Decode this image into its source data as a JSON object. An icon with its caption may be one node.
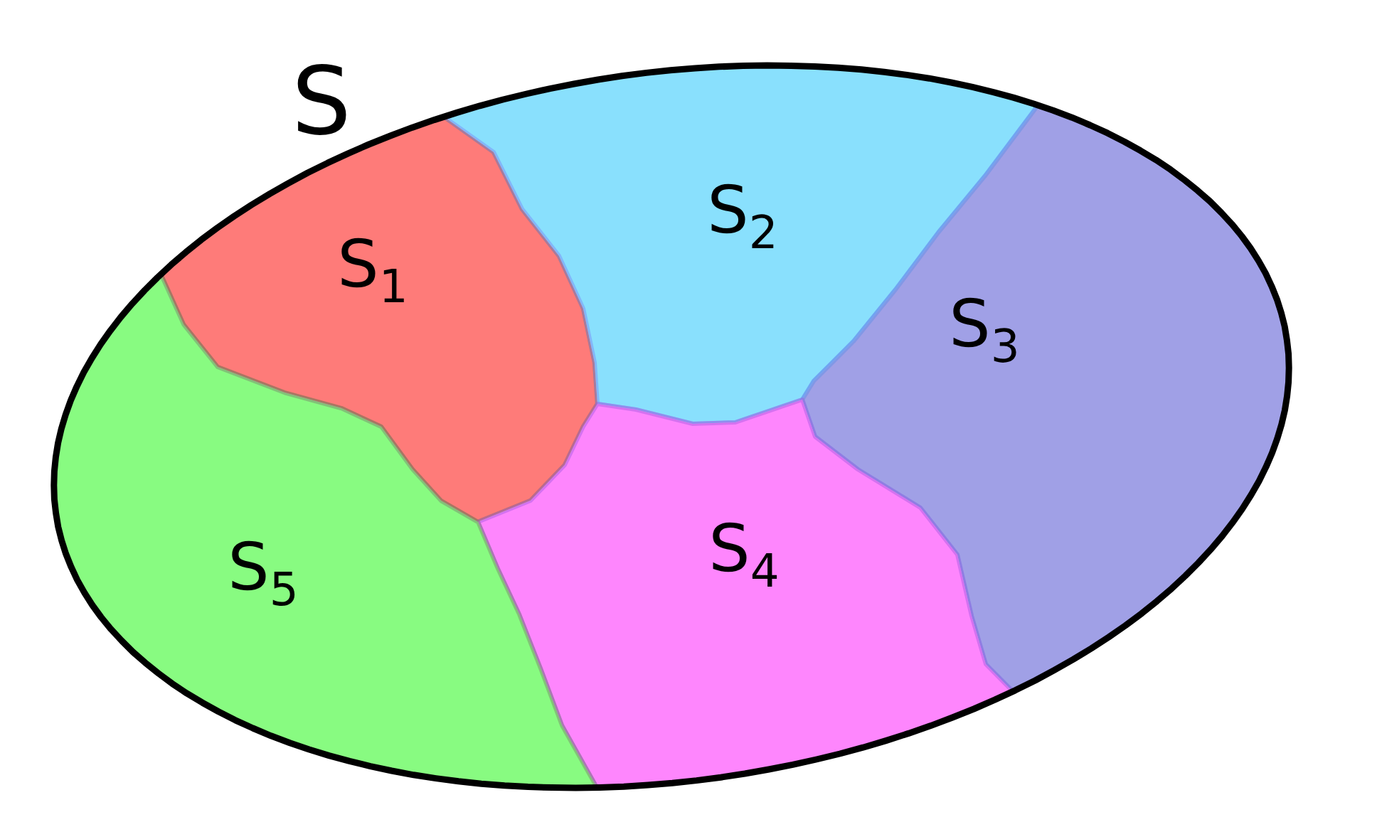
{
  "diagram": {
    "nodes": [
      {
        "text": [
          "S"
        ]
      },
      {
        "text": [
          "S$_{1}$"
        ],
        "in": 0
      },
      {
        "text": [
          "S$_{2}$"
        ],
        "in": 0
      },
      {
        "text": [
          "S$_{3}$"
        ],
        "in": 0
      },
      {
        "text": [
          "S$_{4}$"
        ],
        "in": 0
      },
      {
        "text": [
          "S$_{5}$"
        ],
        "in": 0
      }
    ]
  }
}
